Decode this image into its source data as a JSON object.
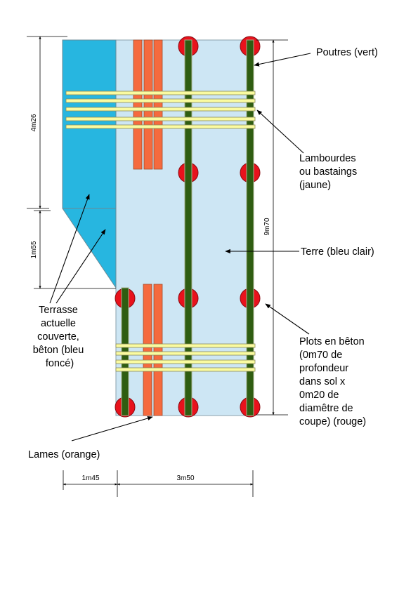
{
  "labels": {
    "poutres": "Poutres (vert)",
    "lambourdes": [
      "Lambourdes",
      "ou bastaings",
      "(jaune)"
    ],
    "terre": "Terre (bleu clair)",
    "plots": [
      "Plots en bêton",
      "(0m70 de",
      "profondeur",
      "dans sol x",
      "0m20 de",
      "diamêtre de",
      "coupe) (rouge)"
    ],
    "terrasse": [
      "Terrasse",
      "actuelle",
      "couverte,",
      "bêton (bleu",
      "foncé)"
    ],
    "lames": "Lames (orange)"
  },
  "dimensions": {
    "upper_height": "4m26",
    "lower_height": "1m55",
    "total_height": "9m70",
    "terrace_width": "1m45",
    "main_width": "3m50"
  },
  "colors": {
    "terre": "#cde6f4",
    "terrasse": "#27b6e0",
    "poutres": "#2f5d11",
    "lambourdes": "#fafba0",
    "plots": "#e8121c",
    "lames": "#f56a3e"
  }
}
